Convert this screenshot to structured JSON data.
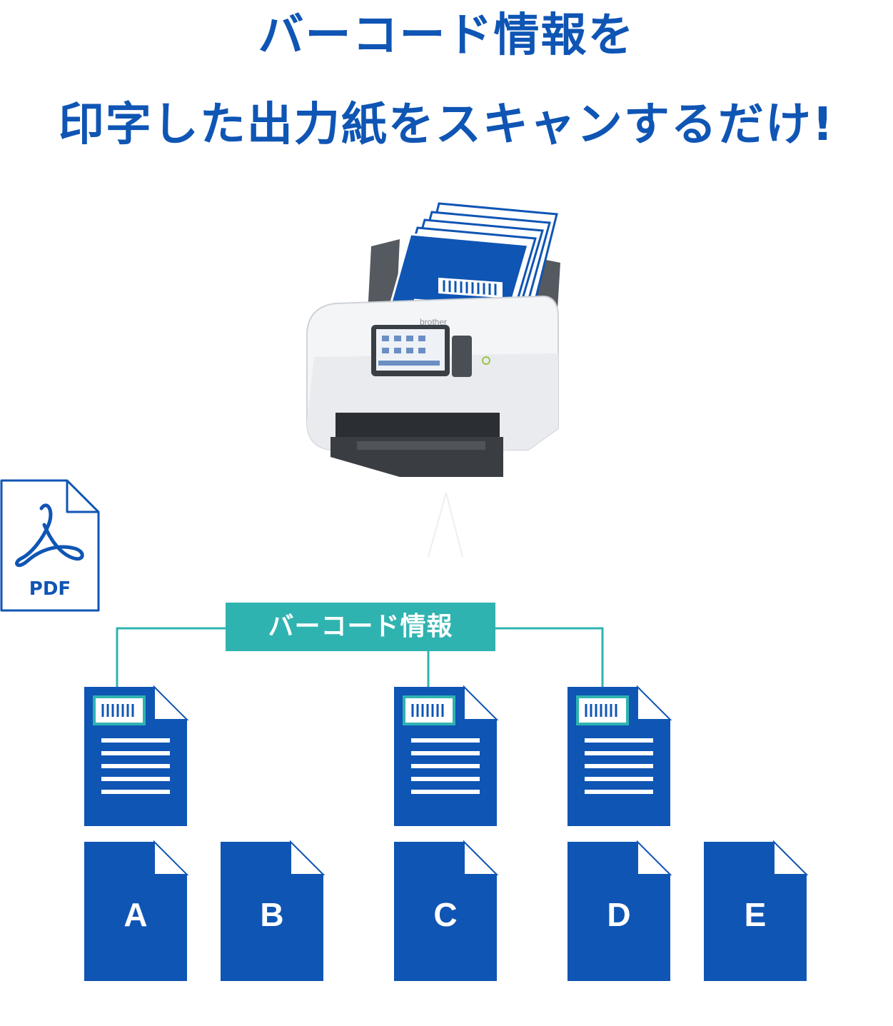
{
  "headline": {
    "line1": "バーコード情報を",
    "line2": "印字した出力紙をスキャンするだけ!"
  },
  "scanner": {
    "brand": "brother"
  },
  "pdf_icon": {
    "label": "PDF"
  },
  "barcode_label": "バーコード情報",
  "documents": [
    "A",
    "B",
    "C",
    "D",
    "E"
  ],
  "colors": {
    "primary_blue": "#0f55b4",
    "teal": "#2fb3b0"
  }
}
